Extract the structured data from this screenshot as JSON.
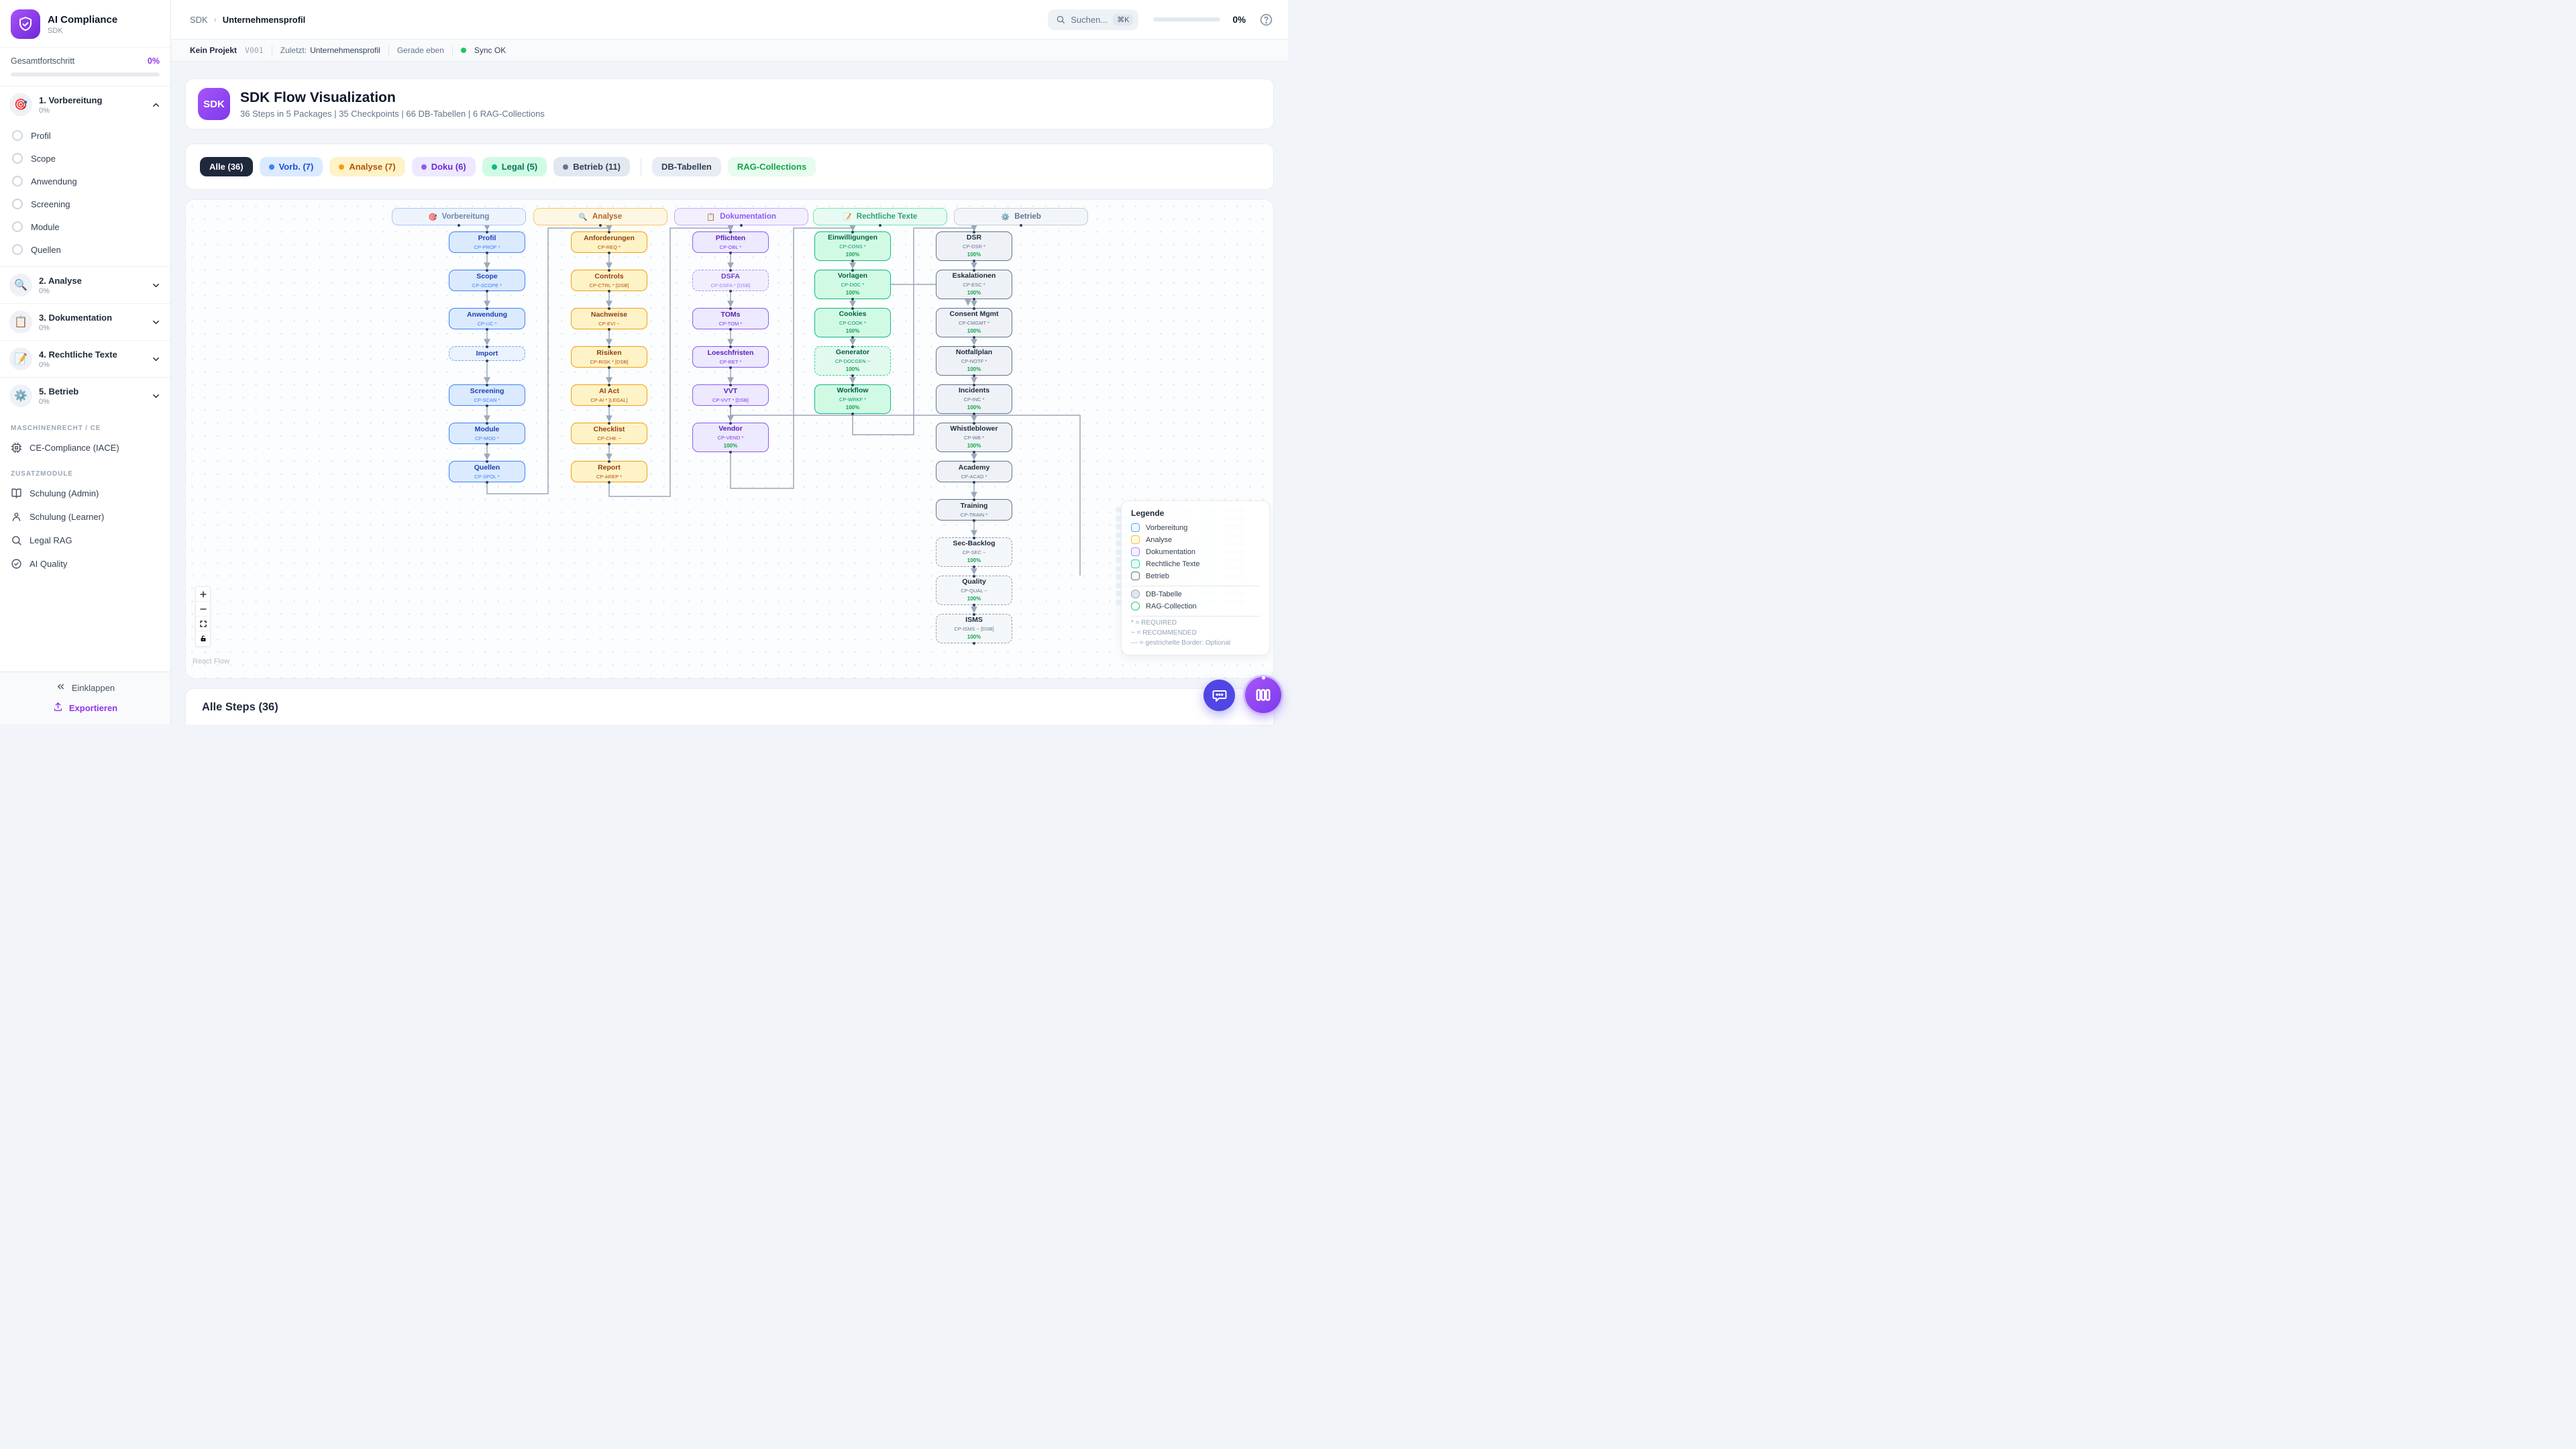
{
  "sidebar": {
    "app_title": "AI Compliance",
    "app_subtitle": "SDK",
    "overall_label": "Gesamtfortschritt",
    "overall_value": "0%",
    "phases": [
      {
        "icon": "🎯",
        "label": "1. Vorbereitung",
        "pct": "0%",
        "expanded": true,
        "items": [
          "Profil",
          "Scope",
          "Anwendung",
          "Screening",
          "Module",
          "Quellen"
        ]
      },
      {
        "icon": "🔍",
        "label": "2. Analyse",
        "pct": "0%"
      },
      {
        "icon": "📋",
        "label": "3. Dokumentation",
        "pct": "0%"
      },
      {
        "icon": "📝",
        "label": "4. Rechtliche Texte",
        "pct": "0%"
      },
      {
        "icon": "⚙️",
        "label": "5. Betrieb",
        "pct": "0%"
      }
    ],
    "sections": [
      {
        "label": "MASCHINENRECHT / CE",
        "items": [
          {
            "icon": "cpu-icon",
            "label": "CE-Compliance (IACE)"
          }
        ]
      },
      {
        "label": "ZUSATZMODULE",
        "items": [
          {
            "icon": "book-icon",
            "label": "Schulung (Admin)"
          },
          {
            "icon": "user-icon",
            "label": "Schulung (Learner)"
          },
          {
            "icon": "search-icon",
            "label": "Legal RAG"
          },
          {
            "icon": "check-circle-icon",
            "label": "AI Quality"
          }
        ]
      }
    ],
    "collapse_label": "Einklappen",
    "export_label": "Exportieren"
  },
  "topbar": {
    "crumb1": "SDK",
    "crumb2": "Unternehmensprofil",
    "search_placeholder": "Suchen...",
    "search_kbd": "⌘K",
    "progress_value": "0%"
  },
  "statusbar": {
    "project": "Kein Projekt",
    "version": "V001",
    "last_label": "Zuletzt:",
    "last_value": "Unternehmensprofil",
    "time": "Gerade eben",
    "sync": "Sync OK"
  },
  "header": {
    "badge": "SDK",
    "title": "SDK Flow Visualization",
    "subtitle": "36 Steps in 5 Packages | 35 Checkpoints | 66 DB-Tabellen | 6 RAG-Collections"
  },
  "filters": {
    "chips": [
      {
        "label": "Alle (36)",
        "bg": "#1e293b",
        "color": "#ffffff"
      },
      {
        "label": "Vorb. (7)",
        "bg": "#dbeafe",
        "color": "#1d4ed8",
        "dot": "#3b82f6"
      },
      {
        "label": "Analyse (7)",
        "bg": "#fef3c7",
        "color": "#b45309",
        "dot": "#f59e0b"
      },
      {
        "label": "Doku (6)",
        "bg": "#ede9fe",
        "color": "#6d28d9",
        "dot": "#8b5cf6"
      },
      {
        "label": "Legal (5)",
        "bg": "#d1fae5",
        "color": "#047857",
        "dot": "#10b981"
      },
      {
        "label": "Betrieb (11)",
        "bg": "#e2e8f0",
        "color": "#334155",
        "dot": "#64748b"
      },
      {
        "divider": true
      },
      {
        "label": "DB-Tabellen",
        "bg": "#e8edf3",
        "color": "#334155"
      },
      {
        "label": "RAG-Collections",
        "bg": "#e7fbef",
        "color": "#16a34a"
      }
    ]
  },
  "flow": {
    "attribution": "React Flow",
    "columns": [
      {
        "label": "Vorbereitung",
        "icon": "🎯",
        "theme": "blue",
        "nodes": [
          {
            "title": "Profil",
            "sub": "CP-PROF *"
          },
          {
            "title": "Scope",
            "sub": "CP-SCOPE *"
          },
          {
            "title": "Anwendung",
            "sub": "CP-UC *"
          },
          {
            "title": "Import",
            "dashed": true
          },
          {
            "title": "Screening",
            "sub": "CP-SCAN *"
          },
          {
            "title": "Module",
            "sub": "CP-MOD *"
          },
          {
            "title": "Quellen",
            "sub": "CP-SPOL *"
          }
        ]
      },
      {
        "label": "Analyse",
        "icon": "🔍",
        "theme": "amber",
        "nodes": [
          {
            "title": "Anforderungen",
            "sub": "CP-REQ *"
          },
          {
            "title": "Controls",
            "sub": "CP-CTRL * [DSB]"
          },
          {
            "title": "Nachweise",
            "sub": "CP-EVI ~"
          },
          {
            "title": "Risiken",
            "sub": "CP-RISK * [DSB]"
          },
          {
            "title": "AI Act",
            "sub": "CP-AI * [LEGAL]"
          },
          {
            "title": "Checklist",
            "sub": "CP-CHK ~"
          },
          {
            "title": "Report",
            "sub": "CP-AREP *"
          }
        ]
      },
      {
        "label": "Dokumentation",
        "icon": "📋",
        "theme": "purple",
        "nodes": [
          {
            "title": "Pflichten",
            "sub": "CP-OBL *"
          },
          {
            "title": "DSFA",
            "sub": "CP-DSFA * [DSB]",
            "dashed": true
          },
          {
            "title": "TOMs",
            "sub": "CP-TOM *"
          },
          {
            "title": "Loeschfristen",
            "sub": "CP-RET *"
          },
          {
            "title": "VVT",
            "sub": "CP-VVT * [DSB]"
          },
          {
            "title": "Vendor",
            "sub": "CP-VEND *",
            "progress": "100%"
          }
        ]
      },
      {
        "label": "Rechtliche Texte",
        "icon": "📝",
        "theme": "green",
        "nodes": [
          {
            "title": "Einwilligungen",
            "sub": "CP-CONS *",
            "progress": "100%"
          },
          {
            "title": "Vorlagen",
            "sub": "CP-DOC *",
            "progress": "100%"
          },
          {
            "title": "Cookies",
            "sub": "CP-COOK *",
            "progress": "100%"
          },
          {
            "title": "Generator",
            "sub": "CP-DOCGEN ~",
            "progress": "100%",
            "dashed": true
          },
          {
            "title": "Workflow",
            "sub": "CP-WRKF *",
            "progress": "100%"
          }
        ]
      },
      {
        "label": "Betrieb",
        "icon": "⚙️",
        "theme": "slate",
        "nodes": [
          {
            "title": "DSR",
            "sub": "CP-DSR *",
            "progress": "100%"
          },
          {
            "title": "Eskalationen",
            "sub": "CP-ESC *",
            "progress": "100%"
          },
          {
            "title": "Consent Mgmt",
            "sub": "CP-CMGMT *",
            "progress": "100%"
          },
          {
            "title": "Notfallplan",
            "sub": "CP-NOTF *",
            "progress": "100%"
          },
          {
            "title": "Incidents",
            "sub": "CP-INC *",
            "progress": "100%"
          },
          {
            "title": "Whistleblower",
            "sub": "CP-WB *",
            "progress": "100%"
          },
          {
            "title": "Academy",
            "sub": "CP-ACAD *"
          },
          {
            "title": "Training",
            "sub": "CP-TRAIN *"
          },
          {
            "title": "Sec-Backlog",
            "sub": "CP-SEC ~",
            "progress": "100%",
            "dashed": true
          },
          {
            "title": "Quality",
            "sub": "CP-QUAL ~",
            "progress": "100%",
            "dashed": true
          },
          {
            "title": "ISMS",
            "sub": "CP-ISMS ~ [DSB]",
            "progress": "100%",
            "dashed": true
          }
        ]
      }
    ]
  },
  "legend": {
    "title": "Legende",
    "phases": [
      {
        "label": "Vorbereitung",
        "border": "#60a5fa",
        "bg": "#eff6ff"
      },
      {
        "label": "Analyse",
        "border": "#fbbf24",
        "bg": "#fef9e8"
      },
      {
        "label": "Dokumentation",
        "border": "#a78bfa",
        "bg": "#f5f1fe"
      },
      {
        "label": "Rechtliche Texte",
        "border": "#34d399",
        "bg": "#ebfaf3"
      },
      {
        "label": "Betrieb",
        "border": "#64748b",
        "bg": "#f6f8fa"
      }
    ],
    "extras": [
      {
        "label": "DB-Tabelle",
        "border": "#94a3b8",
        "bg": "#e2e8f0"
      },
      {
        "label": "RAG-Collection",
        "border": "#22c55e",
        "bg": "#ffffff"
      }
    ],
    "notes": [
      "* = REQUIRED",
      "~ = RECOMMENDED",
      "--- = gestrichelte Border: Optional"
    ]
  },
  "bottom": {
    "steps_title": "Alle Steps (36)"
  },
  "colors": {
    "accent": "#9333ea",
    "edge": "#9aa8ba",
    "progress_green": "#22c55e",
    "sync_green": "#22c55e"
  }
}
